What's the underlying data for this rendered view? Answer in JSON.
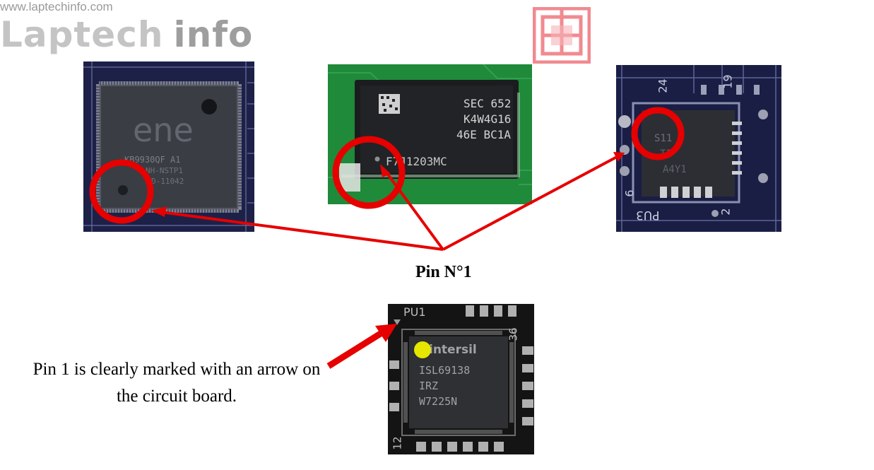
{
  "logo": {
    "url": "www.laptechinfo.com",
    "name_part1": "Laptech",
    "name_part2": "info",
    "icon": "laptech-square-icon"
  },
  "chips": [
    {
      "id": "ene",
      "brand": "ene",
      "lines": [
        "KB9930QF A1",
        "NH-NSTP1",
        "D-11042"
      ]
    },
    {
      "id": "sec",
      "lines": [
        "SEC 652",
        "K4W4G16",
        "46E BC1A",
        "F7J1203MC"
      ]
    },
    {
      "id": "small",
      "lines": [
        "S11",
        "T1",
        "A4Y1"
      ],
      "board_labels": [
        "24",
        "19",
        "6",
        "PU3",
        "2"
      ]
    },
    {
      "id": "intersil",
      "brand": "intersil",
      "lines": [
        "ISL69138",
        "IRZ",
        "W7225N"
      ],
      "board_labels": [
        "PU1",
        "36",
        "12"
      ]
    }
  ],
  "pin_label": "Pin N°1",
  "note": "Pin 1 is clearly marked with an arrow on the circuit board.",
  "colors": {
    "marker": "#e60000",
    "dot": "#e6e600",
    "pcb_blue": "#1d2148",
    "pcb_green": "#1f8a3a"
  }
}
